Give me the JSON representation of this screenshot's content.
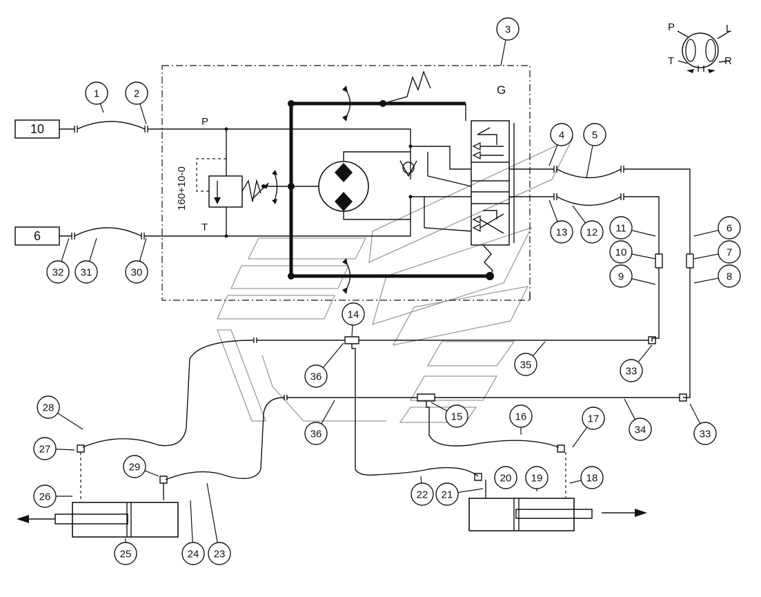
{
  "labels": {
    "pressure_port": "P",
    "tank_port": "T",
    "group": "G",
    "relief_setting": "160+10-0",
    "legend_p": "P",
    "legend_l": "L",
    "legend_t": "T",
    "legend_r": "R"
  },
  "boxes": {
    "pump_source": "10",
    "tank_return": "6"
  },
  "callouts": [
    "1",
    "2",
    "3",
    "4",
    "5",
    "6",
    "7",
    "8",
    "9",
    "10",
    "11",
    "12",
    "13",
    "14",
    "15",
    "16",
    "17",
    "18",
    "19",
    "20",
    "21",
    "22",
    "23",
    "24",
    "25",
    "26",
    "27",
    "28",
    "29",
    "30",
    "31",
    "32",
    "33",
    "33",
    "34",
    "35",
    "36",
    "36"
  ]
}
